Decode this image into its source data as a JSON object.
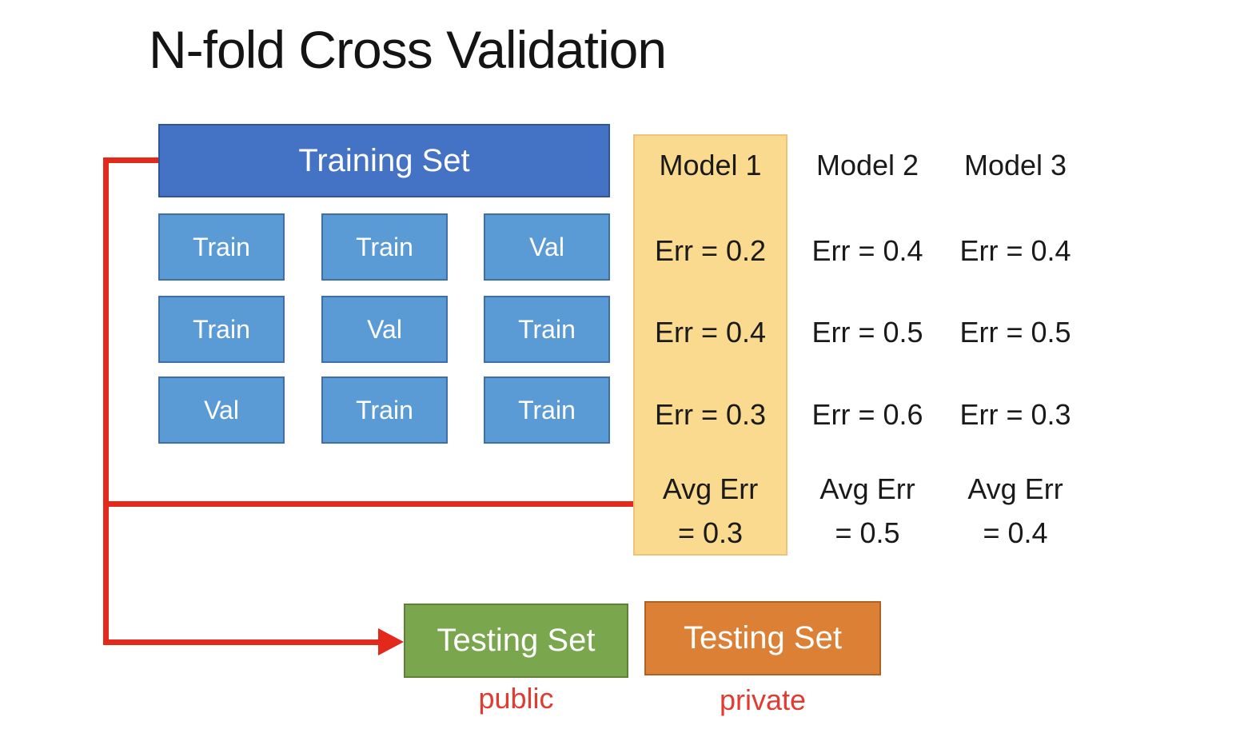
{
  "title": "N-fold Cross Validation",
  "colors": {
    "training_blue": "#4472c4",
    "fold_blue": "#5b9bd5",
    "highlight_yellow": "#fada8e",
    "testing_green": "#7aa64d",
    "testing_orange": "#dc8036",
    "arrow_red": "#e3281c",
    "caption_red": "#e23b31"
  },
  "training_set": {
    "label": "Training Set"
  },
  "folds": {
    "rows": [
      {
        "cells": [
          "Train",
          "Train",
          "Val"
        ]
      },
      {
        "cells": [
          "Train",
          "Val",
          "Train"
        ]
      },
      {
        "cells": [
          "Val",
          "Train",
          "Train"
        ]
      }
    ]
  },
  "models": [
    {
      "name": "Model 1",
      "errors": [
        "Err = 0.2",
        "Err = 0.4",
        "Err = 0.3"
      ],
      "avg_label": "Avg Err",
      "avg_value": "= 0.3",
      "highlighted": true
    },
    {
      "name": "Model 2",
      "errors": [
        "Err = 0.4",
        "Err = 0.5",
        "Err = 0.6"
      ],
      "avg_label": "Avg Err",
      "avg_value": "= 0.5",
      "highlighted": false
    },
    {
      "name": "Model 3",
      "errors": [
        "Err = 0.4",
        "Err = 0.5",
        "Err = 0.3"
      ],
      "avg_label": "Avg Err",
      "avg_value": "= 0.4",
      "highlighted": false
    }
  ],
  "testing_sets": [
    {
      "label": "Testing Set",
      "caption": "public"
    },
    {
      "label": "Testing Set",
      "caption": "private"
    }
  ]
}
